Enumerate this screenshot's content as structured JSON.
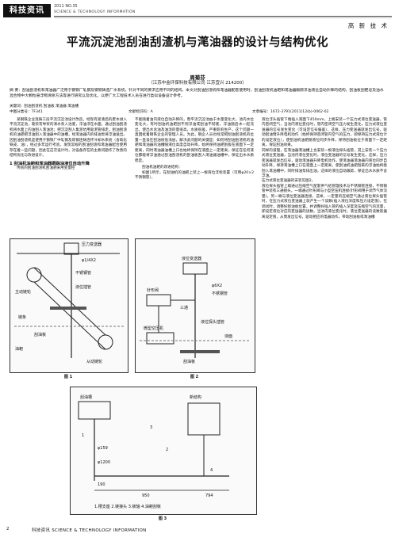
{
  "header": {
    "logo": "科技资讯",
    "issue": "2011 NO.35",
    "journal_en": "SCIENCE & TECHNOLOGY INFORMATION",
    "column": "高 新 技 术"
  },
  "article": {
    "title": "平流沉淀池刮油刮渣机与滗油器的设计与结构优化",
    "author": "周菊芬",
    "affiliation": "（江苏中金环保科技有限公司  江苏宜兴  214200）",
    "abstract": "摘  要：刮油刮渣机和滗油器广泛用于钢铁厂轧钢及钢铁铸造厂水系统，针对不同的要求应用不同的结构，本文对刮油刮渣机和滗油器配套使用时，刮油刮渣机油耙和滗油器跟踪浮油液位自动升降的结构，刮油板刮肥皂及油水混合物中大颗粒悬浮物清除方法等进行研究以及优化，以便广大工程技术人员在进行类似设备设计参考。",
    "keywords": "关键词：刮油刮渣机  刮油板  滗油器  滗油槽",
    "clc": "中图分类号：TF341",
    "doc_code": "文献标识码：A",
    "article_no": "文章编号：1672-3791(2011)12(b)-0062-02"
  },
  "body": {
    "col1_a": "某钢铁企业连铸工段平流沉淀池设计改造，经现有紧凑后的废水进入平流沉淀池，靠装有导浆的清水泵入池底，浮油浮在水面，通过刮油刮渣机将水面上的油刮入滗油池；把沉淀刮入集泥坑用吸泥管排走。刮油刮渣机的油耙把浮油刮入滗油器中的油槽，经滗油器内的排油泵将浮油送出。因刮油刮渣机是使用于钢铁厂中轧钢及炼钢连铸连坏冷却水系统（含氧化铁皮、油），经过多年运行考验，发现常规的刮油刮渣和滗油器配合使用存在着一些问题，因此在这次设计时，对设备存在的主要问题作了改善的结构优化与改进设计。",
    "h1": "1  刮油机油耙和滗油器跟踪油液位自动升降",
    "col1_b": "传统的刮油刮渣机刮油耙采用变量控",
    "col2": "不能随着油内液位自动升降的，而平流沉淀池由于水量变化大，池内水位变化大，有时刮油机油耙刮不到浮油或刮油不彻底，浮油随后水一起流出，使出水含油及油渍的量很高，水质很差，严重影响生产，这个问题一直困扰着钢铁企业的管理人员。为此，钢企人员也经常把刮油刮渣机的位置一直设在刮油很低浅层，解决此问题的关键是：如何将刮油刮渣机的油耙和滗油器的油槽随液位高度自动升降，始终保持油耙刮板在液面下一定距离，同时滗油器油槽上口也始终保持在液面上一定距离，保证在任何液位都能将浮油通过刮油刮渣机的刮油板刮入滗油器油槽中，保证出水水质稳定。",
    "col2_b": "刮油机油耙的改进结构：",
    "col2_c": "如图1所示，在刮油机的油耙上装上一根液位浮标装置（可用φ20×2不锈钢管），",
    "col3": "液位浮头插管下端插入液面下450mm，上端安装一个压力式液位变送器，管内密闭空气，当池内液位变化时，管内密闭空气压力发生变化，压力式液位变送器的信号发生变化（可设定信号偏差），这样，压力变送器就发出信号，驱动刮油臂升降电机动作（始终保持密闭管内空气的压力，即保持压力式液位计的设定液位），使刮油机油耙随液位同步升降，保持刮油板位于液面下一定距离，保证刮油效果。\n    同样的道理，在滗油器滗油槽上也安装一根液位探头插管，其上安装一个压力式液位变送器，当池内液位变化时，液位变送器的信号发生变化，这样，压力变送器就发出信号，驱动滗油器升降电机动作，使滗油器滗油器内液位同步自动升降，保持滗油槽上口在液面上一定距离，使刮油机油耙刮来的浮油始终能刮入滗油槽中，同时排油泵排出油，这样的液位自动跟踪，保证出水水质不含浮油。\n    压力式液位变送器的安装见图2。\n    液位探头插管上端通过压缩空气配套供气给管理技术与不锈钢管连接，不锈钢管中装有三通接头，一端通过针形阀与小型空压机连接(针形阀用于调节气体流量)，另一端与液位变送器连接，这样，一定量的压缩空气通过液位探头插管时，在压力式液位变送器上就产生一个读数(插入液位深度和压力设定值)，在调试时，调整好刮油板位置，并调整好插入管的插入深度及压缩空气的流量，即设定液位对应的变送器的读数。当池内液位变化时，液位变送器的读数就偏离设定值，从而发出信号，驱动相应的电器动作，带动刮油板或滗油槽"
  },
  "figures": {
    "fig1_caption": "图 1",
    "fig2_caption": "图 2",
    "fig3_caption": "图 3",
    "fig1_labels": [
      "压力变送器",
      "φ1/4X2",
      "不锈钢管",
      "液位插管",
      "主动链轮",
      "链条",
      "刮油板",
      "油耙",
      "从动链轮"
    ],
    "fig2_labels": [
      "液位变送器",
      "针形阀",
      "φ6X2",
      "不锈钢管",
      "微型空压机",
      "三通",
      "液位探头插管",
      "液面",
      "刮油板"
    ],
    "fig3_labels": [
      "刮油槽",
      "新结构",
      "1",
      "2",
      "3",
      "4",
      "190",
      "950",
      "794",
      "φ159",
      "φ1200"
    ],
    "fig3_legend": "1.槽支座  2.链接头  3.锁轴  4.油耙刮板"
  },
  "footer": {
    "page": "2",
    "text": "科技资讯 SCIENCE & TECHNOLOGY INFORMATION"
  }
}
